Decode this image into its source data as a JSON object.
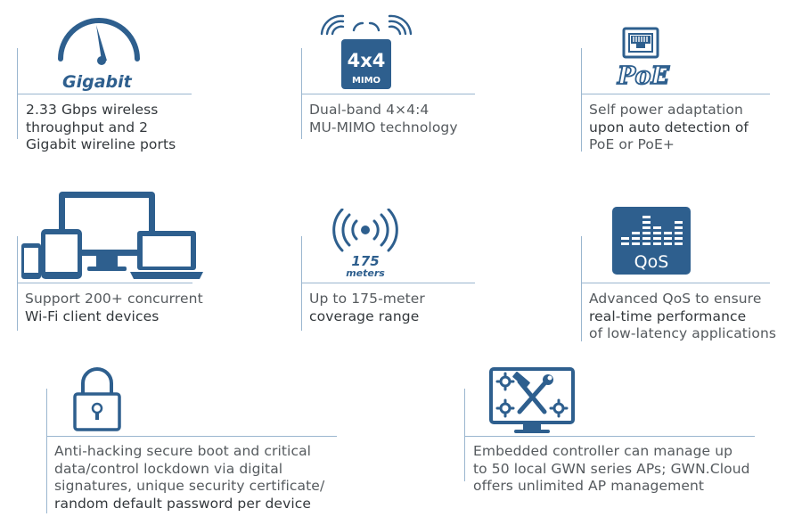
{
  "colors": {
    "icon_blue": "#2e5f8e",
    "rule_blue": "#9ab6cf",
    "text_gray": "#555a5e",
    "text_dark": "#33383c"
  },
  "features": [
    {
      "icon": "speedometer-icon",
      "icon_label": "Gigabit",
      "lines": [
        "2.33 Gbps wireless",
        "throughput and 2",
        "Gigabit wireline ports"
      ]
    },
    {
      "icon": "mimo-antenna-icon",
      "icon_label": "4x4",
      "icon_sublabel": "MIMO",
      "lines": [
        "Dual-band 4×4:4",
        "MU-MIMO technology"
      ]
    },
    {
      "icon": "poe-port-icon",
      "icon_label": "PoE",
      "lines": [
        "Self power adaptation",
        "upon auto detection of",
        "PoE or PoE+"
      ]
    },
    {
      "icon": "devices-icon",
      "lines": [
        "Support 200+ concurrent",
        "Wi-Fi client devices"
      ]
    },
    {
      "icon": "coverage-signal-icon",
      "icon_label": "175",
      "icon_sublabel": "meters",
      "lines": [
        "Up to 175-meter",
        "coverage range"
      ]
    },
    {
      "icon": "qos-equalizer-icon",
      "icon_label": "QoS",
      "lines": [
        "Advanced QoS to ensure",
        "real-time performance",
        "of low-latency applications"
      ]
    },
    {
      "icon": "padlock-icon",
      "lines": [
        "Anti-hacking secure boot and critical",
        "data/control lockdown via digital",
        "signatures, unique security certificate/",
        "random default password per device"
      ]
    },
    {
      "icon": "controller-monitor-icon",
      "lines": [
        "Embedded controller can manage up",
        "to 50 local GWN series APs; GWN.Cloud",
        "offers unlimited AP management"
      ]
    }
  ]
}
